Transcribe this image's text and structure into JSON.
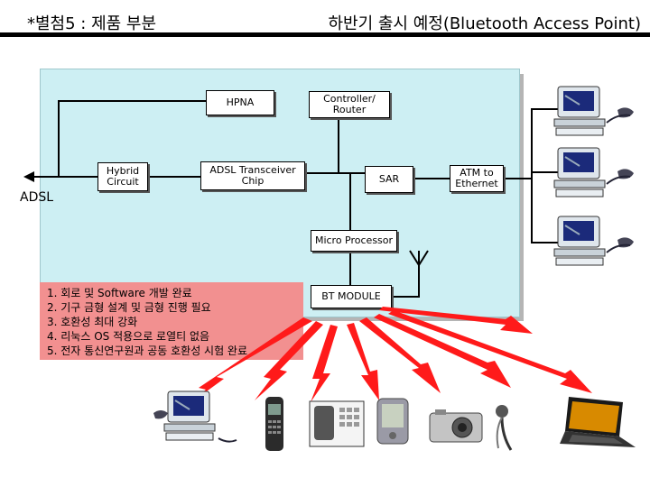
{
  "header": {
    "left": "*별첨5 : 제품 부분",
    "right": "하반기 출시 예정(Bluetooth Access Point)"
  },
  "diagram": {
    "hpna": "HPNA",
    "router": [
      "Controller/",
      "Router"
    ],
    "hybrid": [
      "Hybrid",
      "Circuit"
    ],
    "adsl_chip": [
      "ADSL Transceiver",
      "Chip"
    ],
    "sar": "SAR",
    "atm": [
      "ATM to",
      "Ethernet"
    ],
    "micro": "Micro Processor",
    "bt": "BT MODULE",
    "adsl_label": "ADSL"
  },
  "notes": [
    "1. 회로 및 Software 개발 완료",
    "2. 기구 금형 설계 및 금형 진행 필요",
    "3. 호환성 최대 강화",
    "4. 리눅스 OS 적용으로 로열티 없음",
    "5. 전자 통신연구원과 공동 호환성 시험 완료"
  ],
  "colors": {
    "panel": "#cdeff3",
    "notes": "#f29090",
    "rays": "#ff0000"
  },
  "devices": [
    "pc-icon",
    "pc-icon",
    "pc-icon",
    "pc-icon",
    "mobile-phone-icon",
    "desk-phone-icon",
    "pda-icon",
    "camera-icon",
    "headset-icon",
    "laptop-icon"
  ]
}
